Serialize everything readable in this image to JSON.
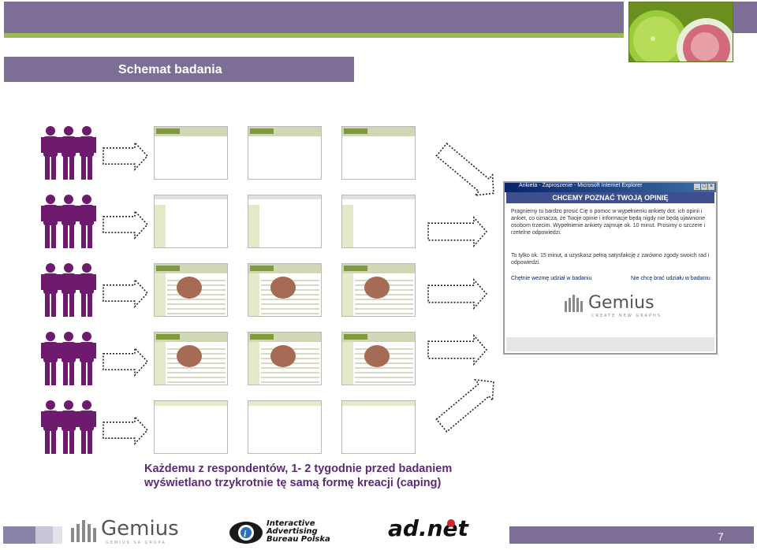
{
  "slide": {
    "title": "Schemat badania",
    "caption_line1": "Każdemu z respondentów, 1- 2 tygodnie przed badaniem",
    "caption_line2": "wyświetlano trzykrotnie tę samą formę kreacji (caping)",
    "page_number": "7"
  },
  "popup": {
    "window_title": "Ankieta - Zaproszenie - Microsoft Internet Explorer",
    "window_buttons": [
      "_",
      "□",
      "×"
    ],
    "header": "CHCEMY POZNAĆ TWOJĄ OPINIĘ",
    "paragraph1": "Pragniemy tu bardzo prosić Cię o pomoc w wypełnieniu ankiety dot. ich opinii i ankiet, co oznacza, że Twoje opinie i informacje będą nigdy nie będą ujawnione osobom trzecim. Wypełnienie ankiety zajmuje ok. 10 minut. Prosimy o szczere i rzetelne odpowiedzi.",
    "paragraph2": "To tylko ok. 15 minut, a uzyskasz pełną satysfakcję z zarówno zgody swoich rad i odpowiedzi.",
    "link_accept": "Chętnie wezmę udział w badaniu",
    "link_decline": "Nie chcę brać udziału w badaniu",
    "brand": "Gemius",
    "brand_sub": "CREATE NEW GRAPHS"
  },
  "footer": {
    "gemius": "Gemius",
    "gemius_sub": "GEMIUS SA GRUPA",
    "iab_line1": "Interactive",
    "iab_line2": "Advertising",
    "iab_line3": "Bureau Polska",
    "adnet": "ad.net"
  },
  "colors": {
    "purple": "#7d6e96",
    "green": "#9bbb59",
    "caption": "#5c2a78",
    "people": "#6e1a6e"
  }
}
